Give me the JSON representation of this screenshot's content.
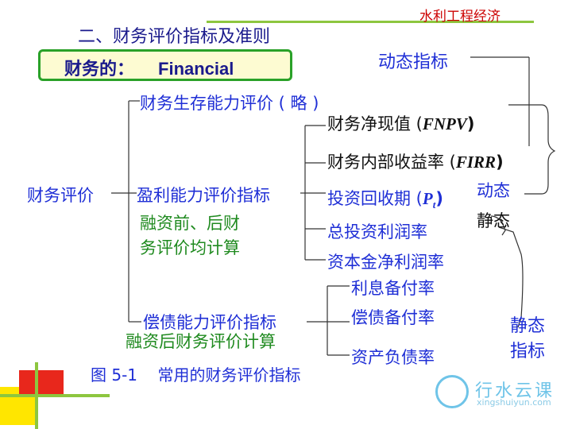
{
  "header": {
    "brand": "水利工程经济",
    "title": "二、财务评价指标及准则"
  },
  "financial_box": {
    "label_cn": "财务的：",
    "label_en": "Financial"
  },
  "dynamic_label": "动态指标",
  "static_label_line1": "静态",
  "static_label_line2": "指标",
  "tree": {
    "root": "财务评价",
    "survival": "财务生存能力评价 ( 略 )",
    "profit": "盈利能力评价指标",
    "profit_note_line1": "融资前、后财",
    "profit_note_line2": "务评价均计算",
    "solvency": "偿债能力评价指标",
    "solvency_note": "融资后财务评价计算"
  },
  "profit_items": {
    "fnpv_cn": "财务净现值 (",
    "fnpv_abbr": "FNPV",
    "fnpv_close": ")",
    "firr_cn": "财务内部收益率 (",
    "firr_abbr": "FIRR",
    "firr_close": ")",
    "payback_cn": "投资回收期 (",
    "payback_abbr": "P",
    "payback_sub": "t",
    "payback_close": ")",
    "payback_dynamic": "动态",
    "payback_static": "静态",
    "roi": "总投资利润率",
    "roe": "资本金净利润率"
  },
  "solvency_items": {
    "interest_coverage": "利息备付率",
    "debt_coverage": "偿债备付率",
    "debt_ratio": "资产负债率"
  },
  "caption": "图 5-1    常用的财务评价指标",
  "watermark": {
    "brand": "行水云课",
    "site": "xingshuiyun.com"
  },
  "colors": {
    "navy": "#1a1a8c",
    "blue": "#1f2fd6",
    "green": "#1f8a1f",
    "red": "#cc0000",
    "accent_green": "#8dc63f",
    "accent_red": "#e8271c",
    "accent_yellow": "#ffe600"
  }
}
